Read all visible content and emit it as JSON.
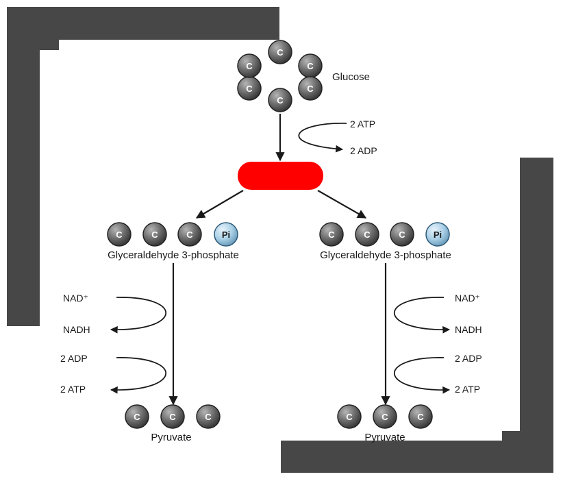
{
  "colors": {
    "frame": "#474747",
    "carbon": "#6e6e6e",
    "phosphate": "#a9cfe6",
    "redaction": "#ff0000",
    "ink": "#1a1a1a"
  },
  "labels": {
    "glucose": "Glucose",
    "atp_in": "2 ATP",
    "adp_out": "2 ADP",
    "g3p_left": "Glyceraldehyde 3-phosphate",
    "g3p_right": "Glyceraldehyde 3-phosphate",
    "carbon": "C",
    "phosphate": "Pi",
    "nad_left": "NAD⁺",
    "nadh_left": "NADH",
    "adp_left": "2 ADP",
    "atp_left": "2 ATP",
    "nad_right": "NAD⁺",
    "nadh_right": "NADH",
    "adp_right": "2 ADP",
    "atp_right": "2 ATP",
    "pyruvate_left": "Pyruvate",
    "pyruvate_right": "Pyruvate"
  }
}
